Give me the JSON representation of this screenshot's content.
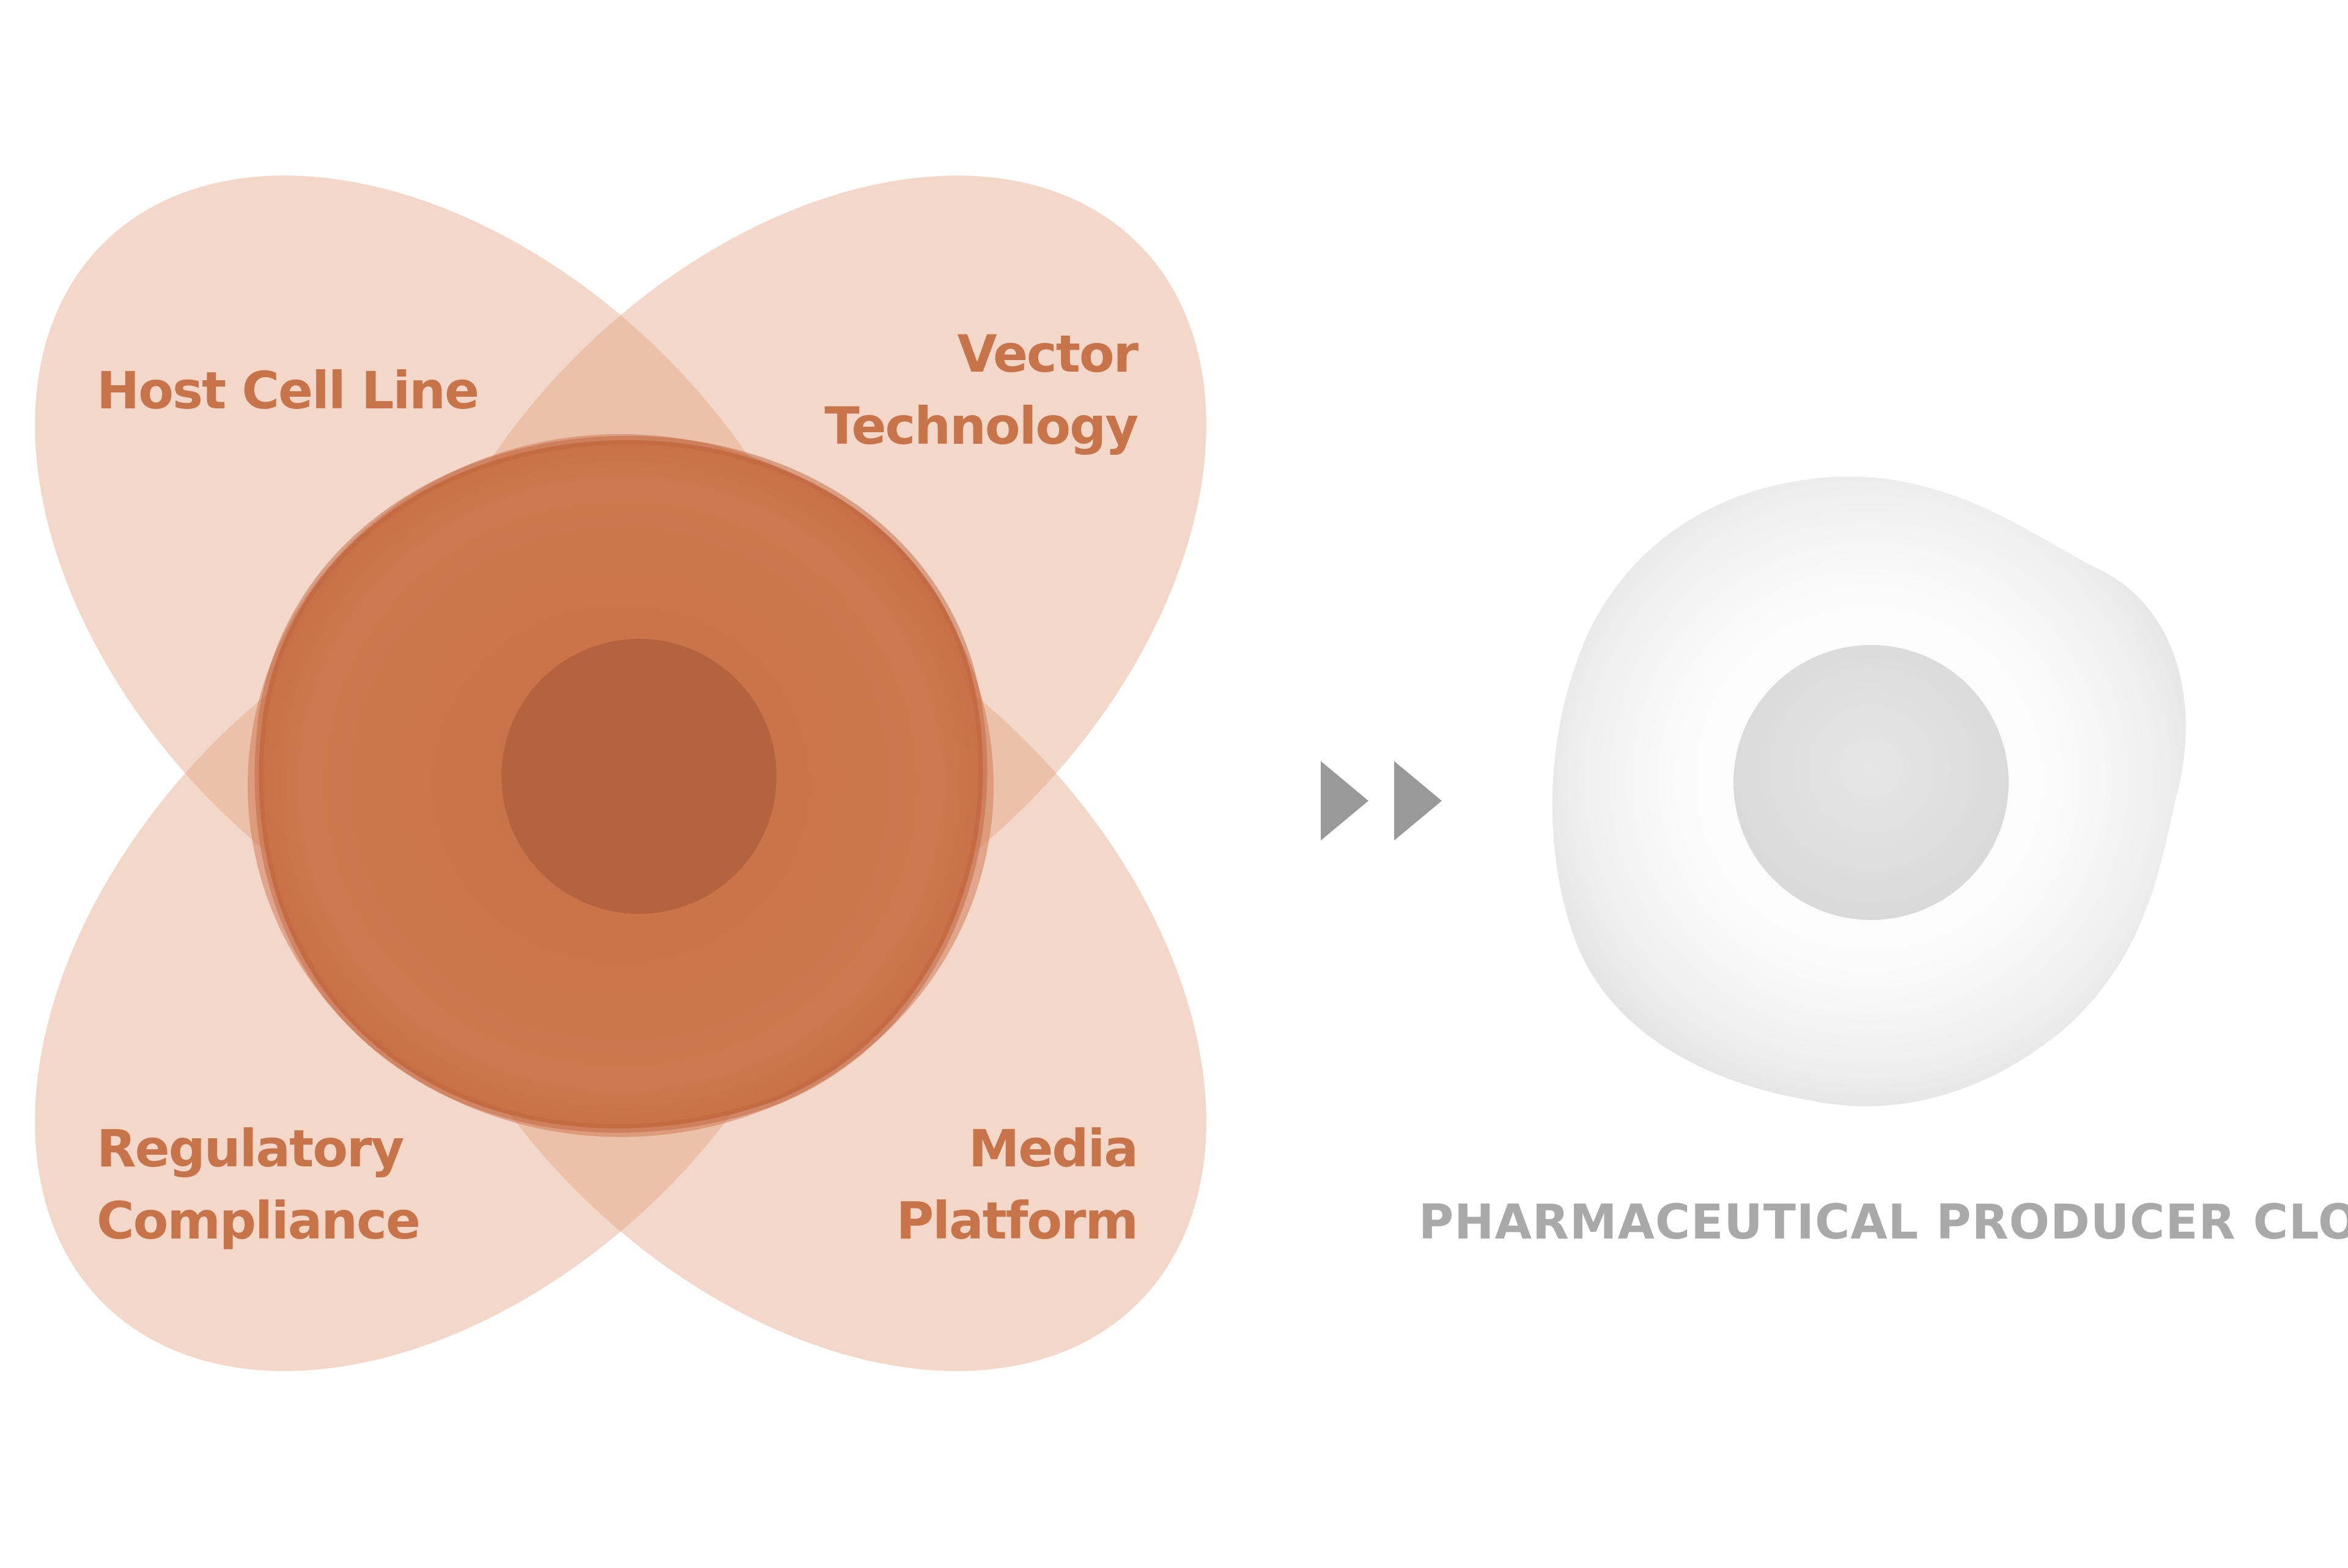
{
  "diagram": {
    "inputs": [
      {
        "lines": [
          "Host Cell Line"
        ]
      },
      {
        "lines": [
          "Vector",
          "Technology"
        ]
      },
      {
        "lines": [
          "Regulatory",
          "Compliance"
        ]
      },
      {
        "lines": [
          "Media",
          "Platform"
        ]
      }
    ],
    "arrow_icon": "double-chevron-right-icon",
    "output": {
      "label": "PHARMACEUTICAL PRODUCER CLONE"
    },
    "colors": {
      "petal": "#e2a17f",
      "core_cell": "#c9714a",
      "nucleus": "#b5623e",
      "label": "#c8744a",
      "arrow": "#999999",
      "output_cell": "#f0f0f0",
      "output_nucleus": "#e1e1e1",
      "output_label": "#a9a9a9"
    }
  }
}
